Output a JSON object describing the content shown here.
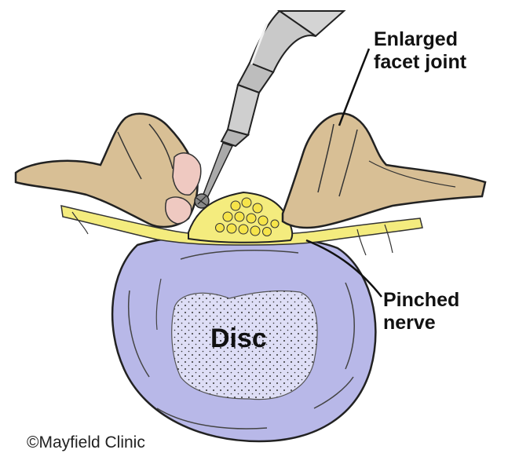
{
  "labels": {
    "facet_joint": [
      "Enlarged",
      "facet joint"
    ],
    "pinched_nerve": [
      "Pinched",
      "nerve"
    ],
    "disc": "Disc",
    "copyright": "©Mayfield Clinic"
  },
  "colors": {
    "disc_fill": "#b8b8e8",
    "nucleus_fill": "#dedef6",
    "bone_fill": "#d8bf95",
    "nerve_fill": "#f4ec7e",
    "cut_bone_fill": "#efc9c1",
    "instrument_fill": "#c9c9c9"
  },
  "icons": {
    "instrument": "surgical-drill-icon"
  }
}
